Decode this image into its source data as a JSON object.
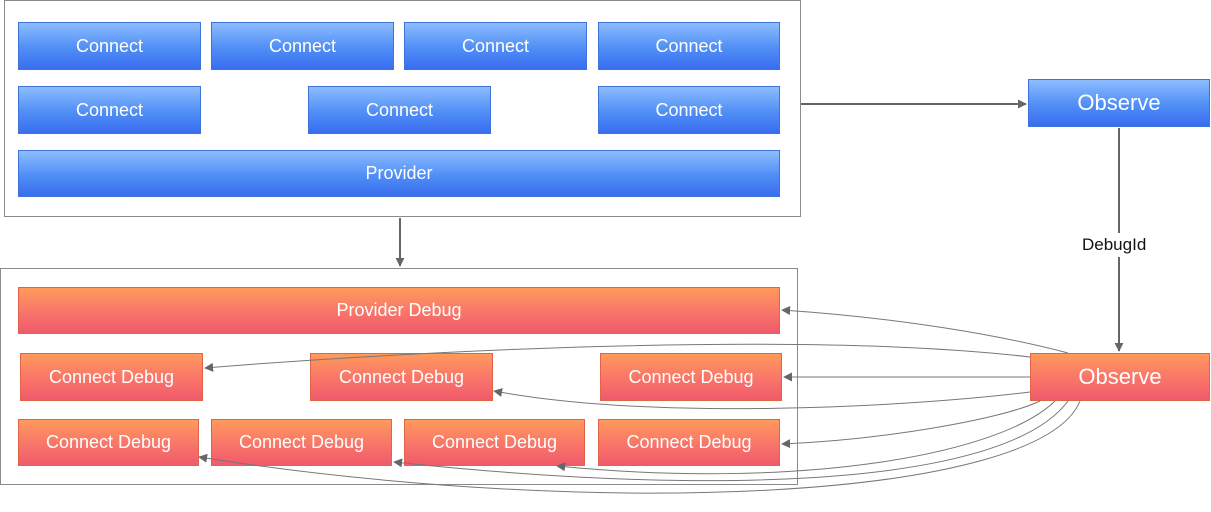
{
  "top_group": {
    "connects": [
      "Connect",
      "Connect",
      "Connect",
      "Connect",
      "Connect",
      "Connect",
      "Connect"
    ],
    "provider": "Provider"
  },
  "observe_top": "Observe",
  "edge_label": "DebugId",
  "bottom_group": {
    "provider_debug": "Provider Debug",
    "connect_debugs": [
      "Connect Debug",
      "Connect Debug",
      "Connect Debug",
      "Connect Debug",
      "Connect Debug",
      "Connect Debug",
      "Connect Debug"
    ]
  },
  "observe_bottom": "Observe",
  "colors": {
    "blue_node": "#4f8ef5",
    "red_node": "#f8716a",
    "edge": "#666666"
  }
}
